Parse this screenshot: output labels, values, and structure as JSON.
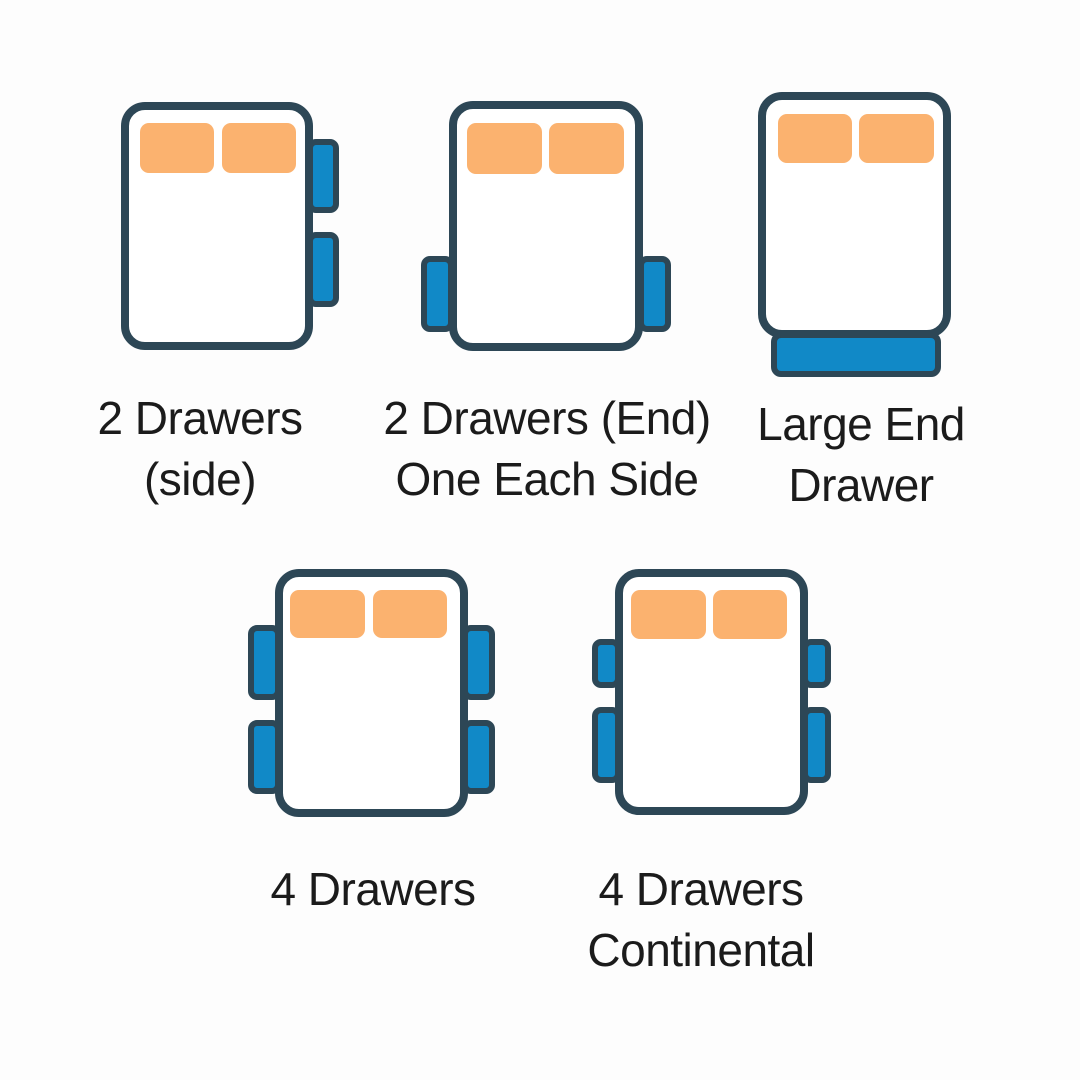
{
  "colors": {
    "background": "#fdfdfd",
    "outline": "#2d4756",
    "drawer": "#1189c7",
    "pillow": "#fbb26f",
    "text": "#1b1b1b"
  },
  "diagrams": [
    {
      "name": "2 Drawers (side)",
      "label": [
        "2 Drawers",
        "(side)"
      ],
      "pillows": 2,
      "drawers": {
        "count": 2,
        "placement": "two drawers on right side, toward head end"
      }
    },
    {
      "name": "2 Drawers (End) One Each Side",
      "label": [
        "2 Drawers (End)",
        "One Each Side"
      ],
      "pillows": 2,
      "drawers": {
        "count": 2,
        "placement": "one drawer each side, toward foot end"
      }
    },
    {
      "name": "Large End Drawer",
      "label": [
        "Large End",
        "Drawer"
      ],
      "pillows": 2,
      "drawers": {
        "count": 1,
        "placement": "one wide drawer across foot end"
      }
    },
    {
      "name": "4 Drawers",
      "label": [
        "4 Drawers",
        ""
      ],
      "pillows": 2,
      "drawers": {
        "count": 4,
        "placement": "two drawers each side, equal size"
      }
    },
    {
      "name": "4 Drawers Continental",
      "label": [
        "4 Drawers",
        "Continental"
      ],
      "pillows": 2,
      "drawers": {
        "count": 4,
        "placement": "two drawers each side, shorter upper drawers"
      }
    }
  ]
}
